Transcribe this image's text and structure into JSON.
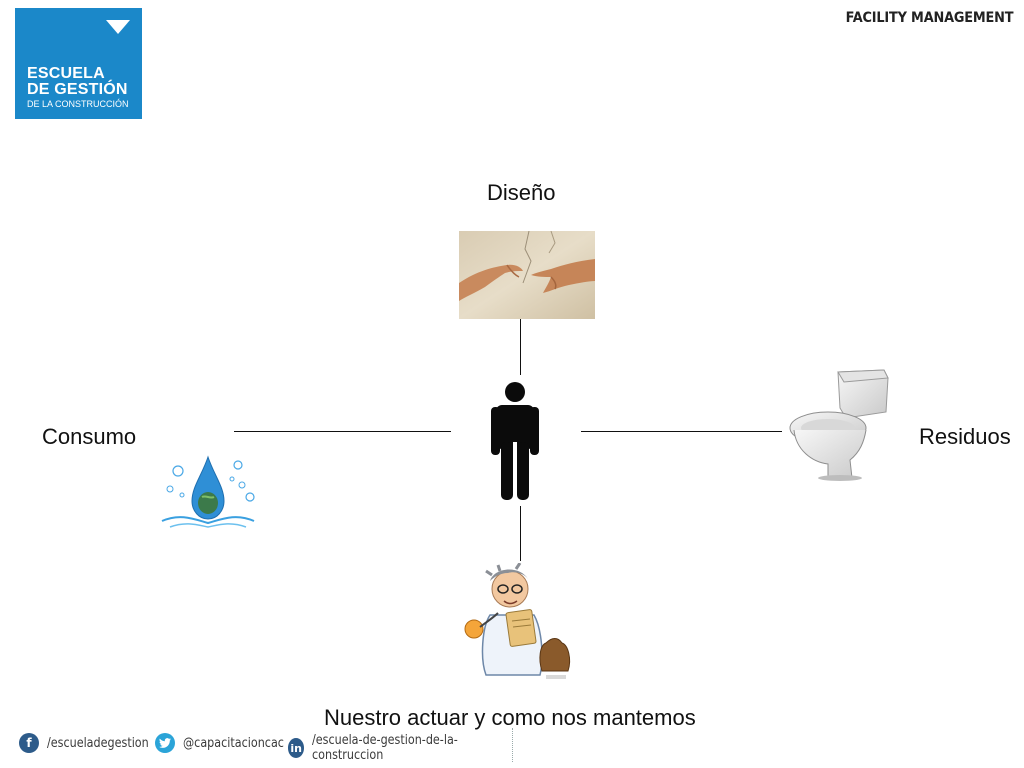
{
  "logo": {
    "line1": "ESCUELA",
    "line2": "DE GESTIÓN",
    "line3": "DE LA CONSTRUCCIÓN"
  },
  "header": {
    "title": "FACILITY MANAGEMENT"
  },
  "diagram": {
    "top_label": "Diseño",
    "left_label": "Consumo",
    "right_label": "Residuos",
    "bottom_label": "Nuestro actuar y como nos mantemos"
  },
  "footer": {
    "facebook": "/escueladegestion",
    "twitter": "@capacitacioncac",
    "linkedin": "/escuela-de-gestion-de-la-construccion"
  },
  "colors": {
    "brand": "#1b88c9",
    "facebook": "#2d5b8a",
    "twitter": "#2ba4d8"
  }
}
